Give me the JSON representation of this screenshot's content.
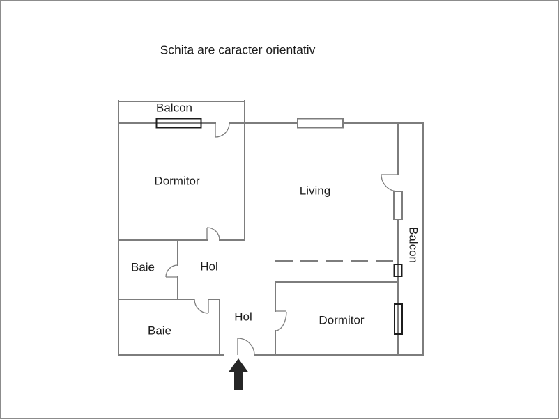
{
  "title": "Schita are caracter orientativ",
  "floor_plan": {
    "labels": {
      "balcony_top": "Balcon",
      "bedroom_top": "Dormitor",
      "living": "Living",
      "balcony_right": "Balcon",
      "bath_top": "Baie",
      "hall_top": "Hol",
      "bath_bottom": "Baie",
      "hall_bottom": "Hol",
      "bedroom_bottom": "Dormitor"
    },
    "colors": {
      "wall": "#7d7d7d",
      "window_frame_dark": "#1c1c1c",
      "text": "#1c1c1c",
      "entrance_arrow": "#262626",
      "page_border": "#8c8c8c",
      "background": "#ffffff"
    }
  }
}
